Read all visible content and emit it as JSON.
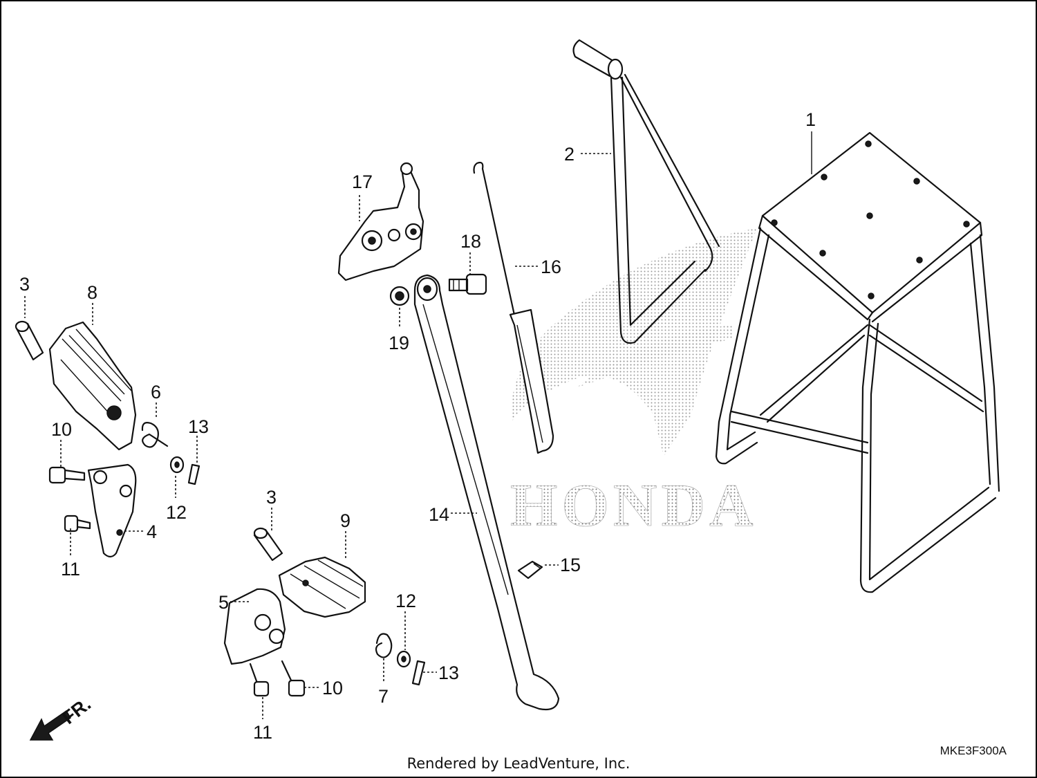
{
  "diagram": {
    "watermark": "HONDA",
    "direction_label": "FR.",
    "footer": "Rendered by LeadVenture, Inc.",
    "diagram_code": "MKE3F300A",
    "callouts": {
      "c1": "1",
      "c2": "2",
      "c3a": "3",
      "c3b": "3",
      "c4": "4",
      "c5": "5",
      "c6": "6",
      "c7": "7",
      "c8": "8",
      "c9": "9",
      "c10a": "10",
      "c10b": "10",
      "c11a": "11",
      "c11b": "11",
      "c12a": "12",
      "c12b": "12",
      "c13a": "13",
      "c13b": "13",
      "c14": "14",
      "c15": "15",
      "c16": "16",
      "c17": "17",
      "c18": "18",
      "c19": "19"
    }
  }
}
